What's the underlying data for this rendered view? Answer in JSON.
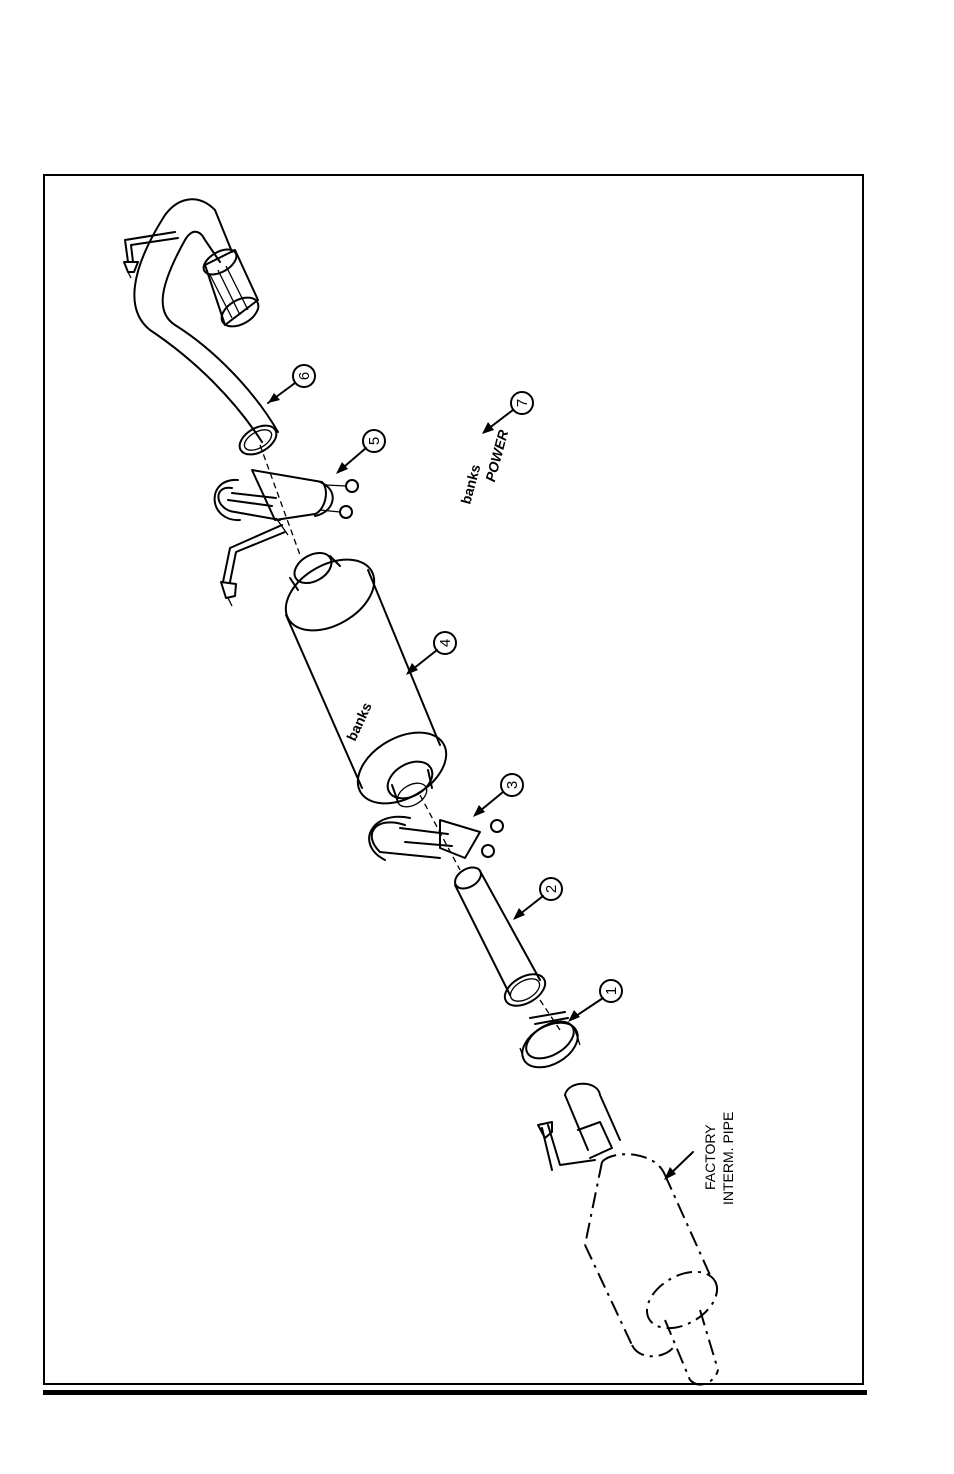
{
  "diagram": {
    "callouts": [
      {
        "id": "1",
        "label": "1"
      },
      {
        "id": "2",
        "label": "2"
      },
      {
        "id": "3",
        "label": "3"
      },
      {
        "id": "4",
        "label": "4"
      },
      {
        "id": "5",
        "label": "5"
      },
      {
        "id": "6",
        "label": "6"
      },
      {
        "id": "7",
        "label": "7"
      }
    ],
    "factory_label_line1": "FACTORY",
    "factory_label_line2": "INTERM. PIPE",
    "logo_main": "banks",
    "logo_sub": "POWER",
    "muffler_brand": "banks"
  }
}
